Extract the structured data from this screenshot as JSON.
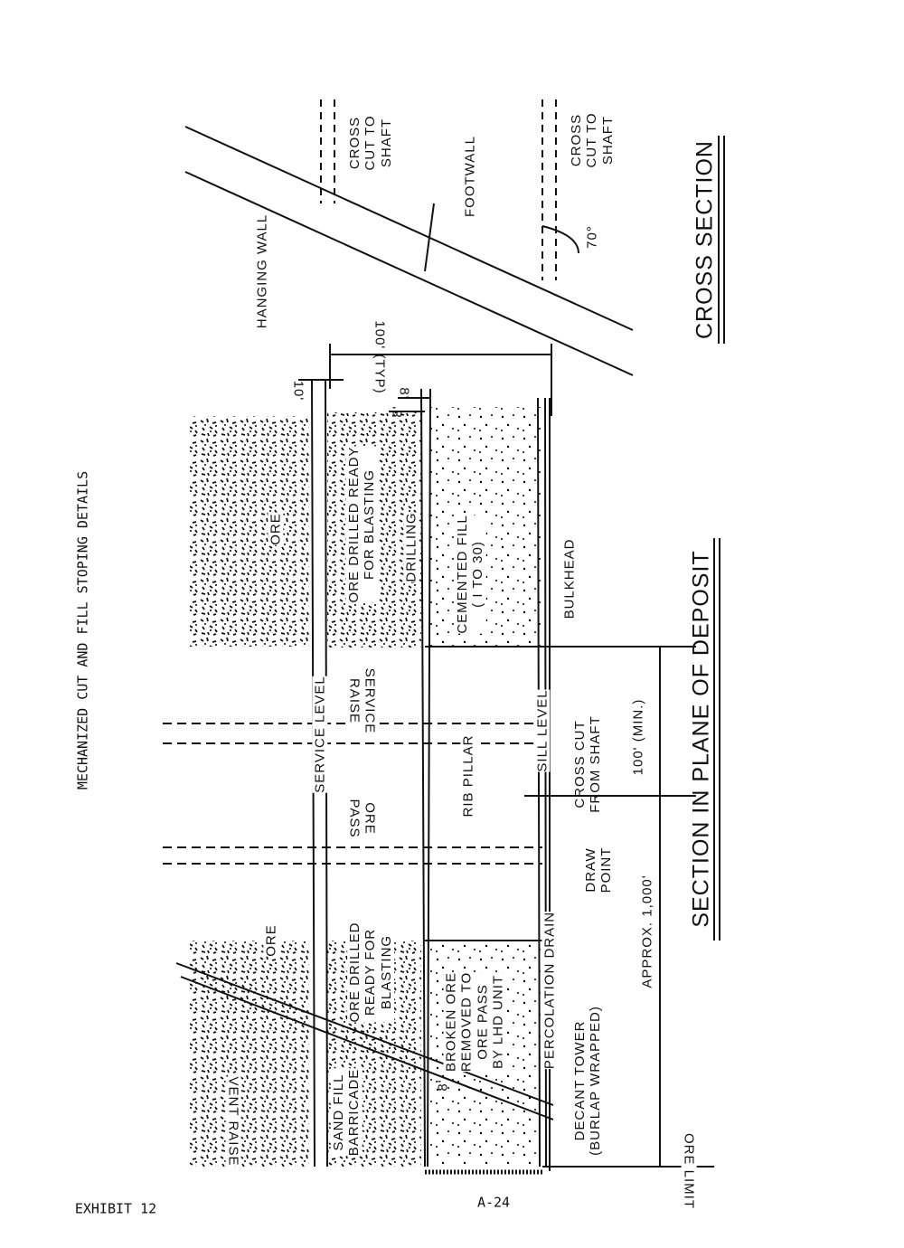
{
  "title": "MECHANIZED CUT AND FILL STOPING DETAILS",
  "exhibit": "EXHIBIT 12",
  "page_number": "A-24",
  "section_plane": {
    "title": "SECTION IN PLANE OF DEPOSIT",
    "labels": {
      "ore_upper": "ORE",
      "ore_drilled_upper": "ORE DRILLED READY\nFOR BLASTING",
      "drilling": "DRILLING",
      "cemented_fill": "CEMENTED FILL\n( I TO 30)",
      "bulkhead": "BULKHEAD",
      "service_level": "SERVICE LEVEL",
      "service_raise": "SERVICE\nRAISE",
      "rib_pillar": "RIB PILLAR",
      "sill_level": "SILL LEVEL",
      "cross_cut_from_shaft": "CROSS CUT\nFROM SHAFT",
      "dim_100_min": "100' (MIN.)",
      "ore_pass": "ORE\nPASS",
      "draw_point": "DRAW\nPOINT",
      "approx_1000": "APPROX. 1,000'",
      "percolation_drain": "PERCOLATION DRAIN",
      "decant_tower": "DECANT TOWER\n(BURLAP WRAPPED)",
      "broken_ore": "BROKEN ORE\nREMOVED TO\nORE PASS\nBY LHD UNIT",
      "ore_lower": "ORE",
      "ore_drilled_lower": "ORE DRILLED\nREADY FOR\nBLASTING",
      "sand_fill_barricade": "SAND FILL\nBARRICADE",
      "vent_raise": "VENT RAISE",
      "ore_limit": "ORE LIMIT",
      "dim_100_typ": "100' (TYP)",
      "dim_10": "10'",
      "dim_8a": "8'",
      "dim_8b": "8'",
      "dim_8c": "8'"
    }
  },
  "cross_section": {
    "title": "CROSS SECTION",
    "labels": {
      "hanging_wall": "HANGING WALL",
      "footwall": "FOOTWALL",
      "cross_cut_upper": "CROSS\nCUT TO\nSHAFT",
      "cross_cut_lower": "CROSS\nCUT TO\nSHAFT",
      "angle": "70°"
    }
  }
}
